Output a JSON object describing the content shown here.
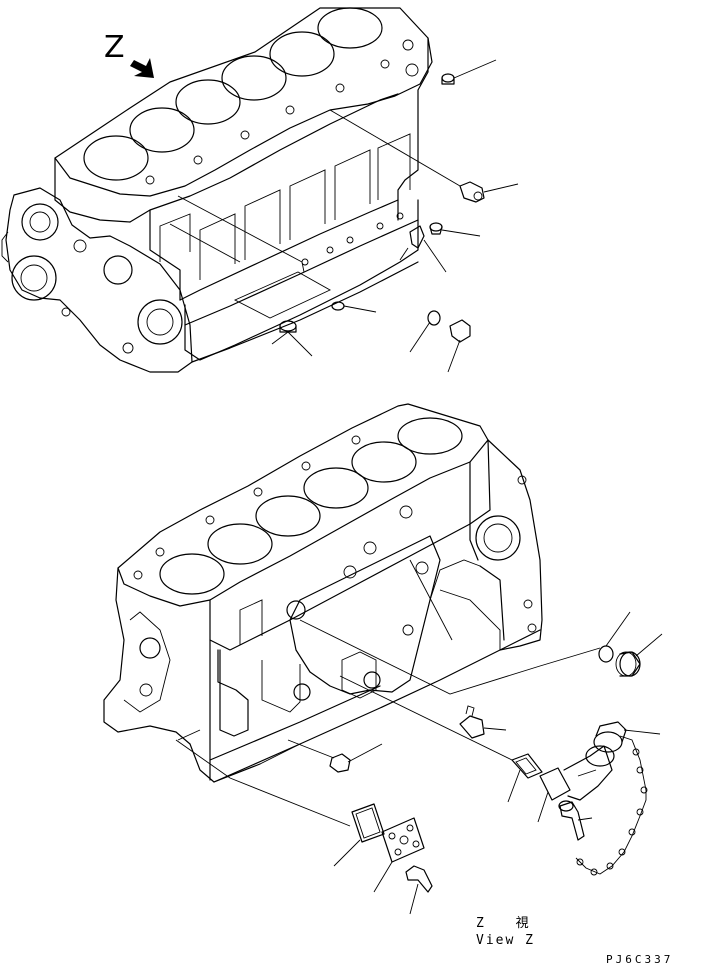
{
  "view": {
    "letter": "Z",
    "caption_jp": "Z 視",
    "caption_en": "View Z"
  },
  "drawing_code": "PJ6C337"
}
